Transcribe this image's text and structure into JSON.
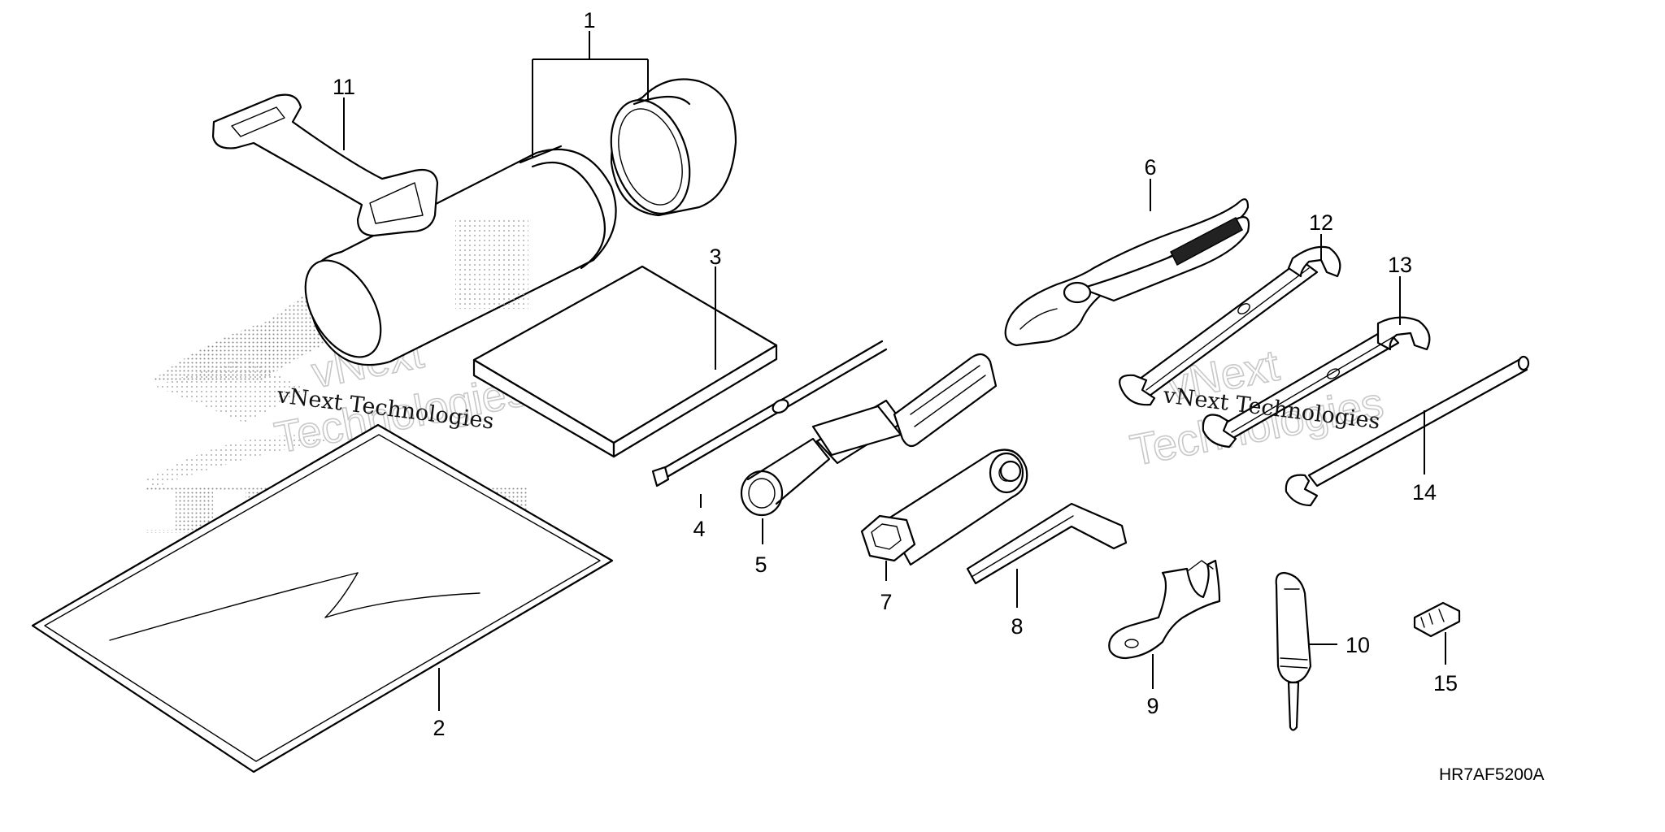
{
  "diagram": {
    "code": "HR7AF5200A",
    "callouts": [
      {
        "id": "1",
        "label": "1"
      },
      {
        "id": "2",
        "label": "2"
      },
      {
        "id": "3",
        "label": "3"
      },
      {
        "id": "4",
        "label": "4"
      },
      {
        "id": "5",
        "label": "5"
      },
      {
        "id": "6",
        "label": "6"
      },
      {
        "id": "7",
        "label": "7"
      },
      {
        "id": "8",
        "label": "8"
      },
      {
        "id": "9",
        "label": "9"
      },
      {
        "id": "10",
        "label": "10"
      },
      {
        "id": "11",
        "label": "11"
      },
      {
        "id": "12",
        "label": "12"
      },
      {
        "id": "13",
        "label": "13"
      },
      {
        "id": "14",
        "label": "14"
      },
      {
        "id": "15",
        "label": "15"
      }
    ]
  },
  "watermarks": [
    {
      "line1": "vNext",
      "line2": "Technologies",
      "caption": "vNext Technologies"
    },
    {
      "line1": "vNext",
      "line2": "Technologies",
      "caption": "vNext Technologies"
    }
  ],
  "colors": {
    "line": "#000000",
    "background": "#ffffff",
    "watermark": "#c8c8c8",
    "stipple": "#9a9a9a"
  }
}
